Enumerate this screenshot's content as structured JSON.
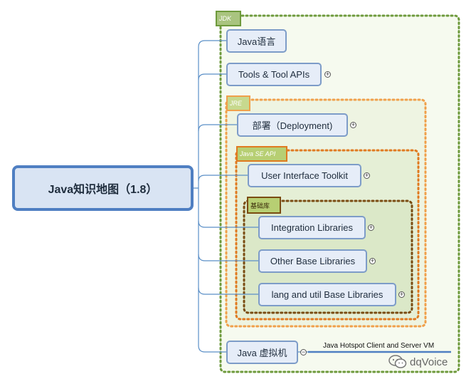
{
  "root": "Java知识地图（1.8）",
  "boundaries": {
    "jdk": "JDK",
    "jre": "JRE",
    "java_se_api": "Java SE API",
    "base_libs": "基础库"
  },
  "nodes": {
    "java_language": "Java语言",
    "tools": "Tools & Tool APIs",
    "deployment": "部署（Deployment)",
    "ui_toolkit": "User Interface Toolkit",
    "integration": "Integration Libraries",
    "other_base": "Other Base Libraries",
    "lang_util": "lang and util Base Libraries",
    "jvm": "Java 虚拟机"
  },
  "jvm_note": "Java Hotspot Client and Server VM",
  "expand_symbol": "+",
  "collapse_symbol": "−",
  "watermark": "dqVoice",
  "colors": {
    "jdk_border": "#6e9a3c",
    "jre_border": "#f0a04b",
    "api_border": "#e07a20",
    "base_border": "#7a4c12",
    "node_border": "#7d9cc8",
    "node_fill": "#e6edf8",
    "root_border": "#4f7fc2",
    "connector": "#5b8fc7"
  }
}
